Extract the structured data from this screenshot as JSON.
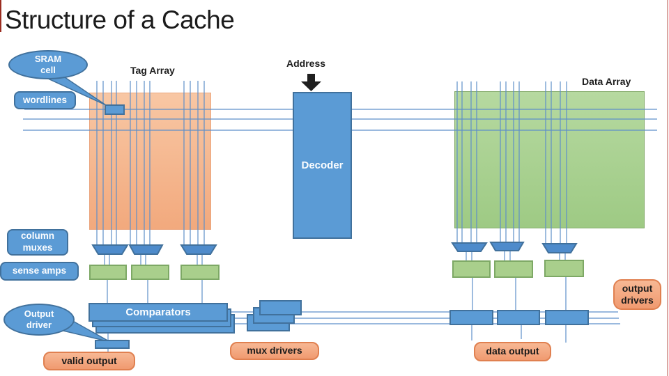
{
  "slide": {
    "title": "Structure of a Cache"
  },
  "labels": {
    "sram_cell_line1": "SRAM",
    "sram_cell_line2": "cell",
    "tag_array": "Tag Array",
    "address": "Address",
    "data_array": "Data Array",
    "wordlines": "wordlines",
    "decoder": "Decoder",
    "column_muxes_line1": "column",
    "column_muxes_line2": "muxes",
    "sense_amps": "sense amps",
    "output_drivers_line1": "output",
    "output_drivers_line2": "drivers",
    "output_driver_line1": "Output",
    "output_driver_line2": "driver",
    "comparators": "Comparators",
    "valid_output": "valid output",
    "mux_drivers": "mux drivers",
    "data_output": "data output"
  },
  "colors": {
    "accent_blue": "#5B9BD5",
    "blue_border": "#41719C",
    "array_orange": "#F5B58E",
    "array_green": "#A9CF8C",
    "green_border": "#7DA865",
    "label_salmon": "#F4A77E",
    "salmon_border": "#E08050",
    "line_blue": "#5E8FC9",
    "arrow_black": "#1F1F1F",
    "frame_red": "#9B2D21",
    "frame_pink": "#DBA8A3"
  }
}
